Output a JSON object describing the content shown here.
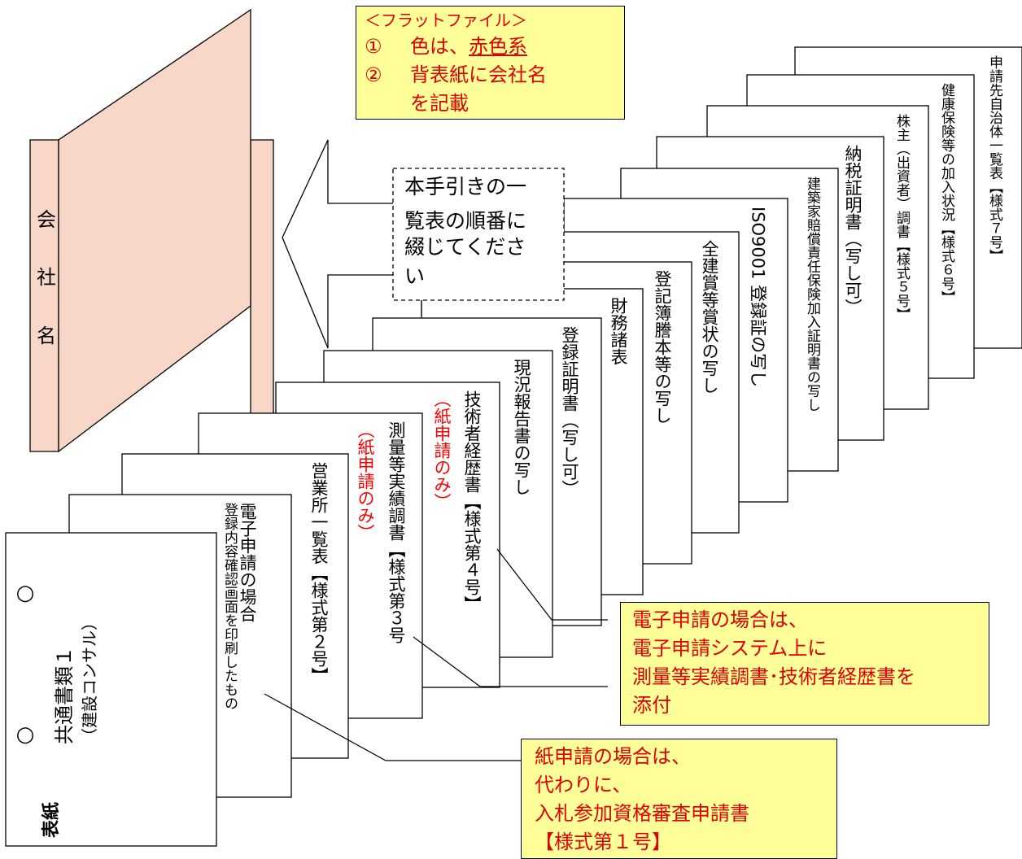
{
  "folder": {
    "spine_chars": [
      "会",
      "社",
      "名"
    ],
    "fill_color": "#f9d7c8"
  },
  "instruction_text": [
    "本手引きの一",
    "覧表の順番に",
    "綴じてください"
  ],
  "flat_file_note": {
    "title": "＜フラットファイル＞",
    "item1_num": "①",
    "item1_prefix": "色は、",
    "item1_emph": "赤色系",
    "item2_num": "②",
    "item2_line1": "背表紙に会社名",
    "item2_line2": "を記載"
  },
  "cover_sheet": {
    "label": "表紙",
    "title": "共通書類１",
    "subtitle": "（建設コンサル）",
    "hole_mark": "○"
  },
  "documents": [
    {
      "id": "d1",
      "columns": [
        {
          "text": "電子申請の場合",
          "size": "l"
        },
        {
          "text": "登録内容確認画面を印刷したもの",
          "size": "m"
        }
      ]
    },
    {
      "id": "d2",
      "columns": [
        {
          "text": "営業所一覧表【様式第２号】",
          "size": "l"
        }
      ]
    },
    {
      "id": "d3",
      "columns": [
        {
          "text": "測量等実績調書【様式第３号",
          "size": "l"
        },
        {
          "text": "（紙申請のみ）",
          "size": "l",
          "red": true
        }
      ]
    },
    {
      "id": "d4",
      "columns": [
        {
          "text": "技術者経歴書【様式第４号】",
          "size": "l"
        },
        {
          "text": "（紙申請のみ）",
          "size": "l",
          "red": true
        }
      ]
    },
    {
      "id": "d5",
      "columns": [
        {
          "text": "現況報告書の写し",
          "size": "l"
        }
      ]
    },
    {
      "id": "d6",
      "columns": [
        {
          "text": "登録証明書（写し可）",
          "size": "l"
        }
      ]
    },
    {
      "id": "d7",
      "columns": [
        {
          "text": "財務諸表",
          "size": "l"
        }
      ]
    },
    {
      "id": "d8",
      "columns": [
        {
          "text": "登記簿謄本等の写し",
          "size": "l"
        }
      ]
    },
    {
      "id": "d9",
      "columns": [
        {
          "text": "全建賞等賞状の写し",
          "size": "l"
        }
      ]
    },
    {
      "id": "d10",
      "columns": [
        {
          "text": "ISO9001 登録証の写し",
          "size": "l",
          "rot": true
        }
      ]
    },
    {
      "id": "d11",
      "columns": [
        {
          "text": "建築家賠償責任保険加入証明書の写し",
          "size": "m"
        }
      ]
    },
    {
      "id": "d12",
      "columns": [
        {
          "text": "納税証明書（写し可）",
          "size": "l"
        }
      ]
    },
    {
      "id": "d13",
      "columns": [
        {
          "text": "株主（出資者）調書【様式５号】",
          "size": "m"
        }
      ]
    },
    {
      "id": "d14",
      "columns": [
        {
          "text": "健康保険等の加入状況【様式６号】",
          "size": "m"
        }
      ]
    },
    {
      "id": "d15",
      "columns": [
        {
          "text": "申請先自治体一覧表【様式７号】",
          "size": "m"
        }
      ]
    }
  ],
  "electronic_note": [
    "電子申請の場合は、",
    "電子申請システム上に",
    "測量等実績調書･技術者経歴書を",
    "添付"
  ],
  "paper_note": [
    "紙申請の場合は、",
    "代わりに、",
    "入札参加資格審査申請書",
    "【様式第１号】"
  ],
  "colors": {
    "note_fill": "#ffff99",
    "note_text": "#e00000",
    "red_text": "#ff0000",
    "line": "#000000"
  }
}
